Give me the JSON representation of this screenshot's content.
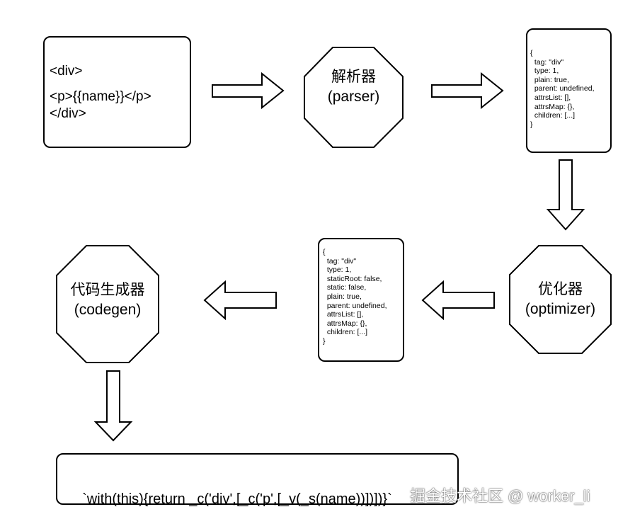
{
  "source_template": {
    "lines": [
      "<div>",
      "",
      "<p>{{name}}</p>",
      "</div>"
    ]
  },
  "parser": {
    "label_cn": "解析器",
    "label_en": "(parser)"
  },
  "ast_initial": {
    "lines": [
      "{",
      "  tag: \"div\"",
      "  type: 1,",
      "  plain: true,",
      "  parent: undefined,",
      "  attrsList: [],",
      "  attrsMap: {},",
      "  children: [...]",
      "}"
    ]
  },
  "optimizer": {
    "label_cn": "优化器",
    "label_en": "(optimizer)"
  },
  "ast_optimized": {
    "lines": [
      "{",
      "  tag: \"div\"",
      "  type: 1,",
      "  staticRoot: false,",
      "  static: false,",
      "  plain: true,",
      "  parent: undefined,",
      "  attrsList: [],",
      "  attrsMap: {},",
      "  children: [...]",
      "}"
    ]
  },
  "codegen": {
    "label_cn": "代码生成器",
    "label_en": "(codegen)"
  },
  "render_code": "`with(this){return _c('div',[_c('p',[_v(_s(name))])])}`",
  "watermark": "掘金技术社区 @ worker_li"
}
